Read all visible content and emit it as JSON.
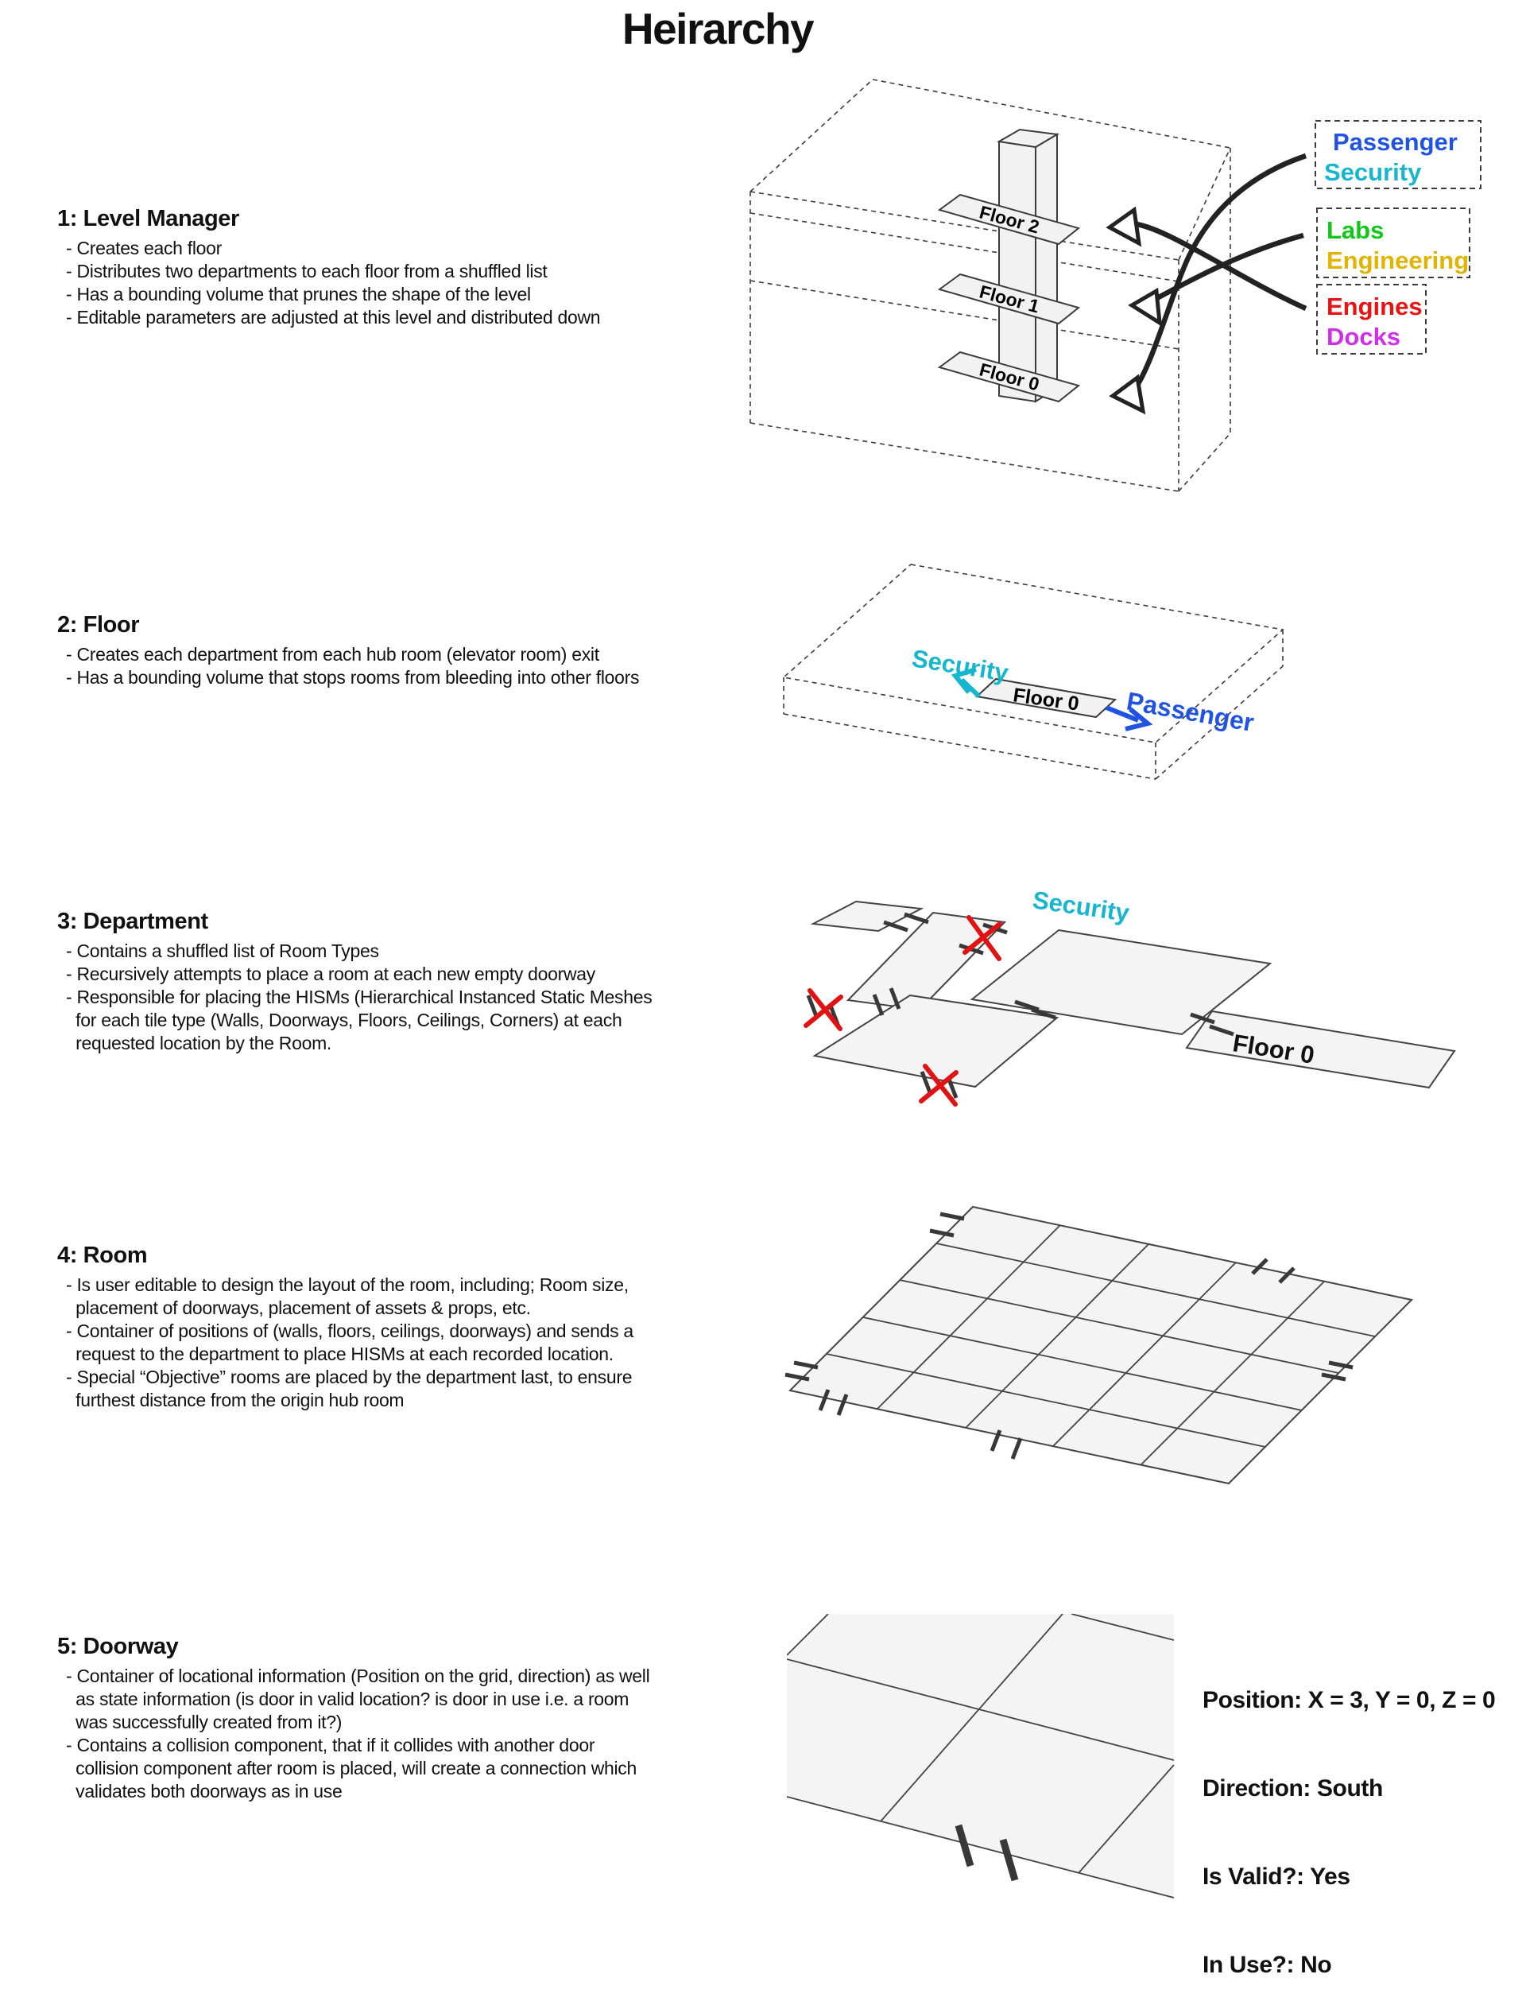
{
  "title": "Heirarchy",
  "sections": [
    {
      "heading": "1: Level Manager",
      "lines": [
        "- Creates each floor",
        "- Distributes two departments to each floor from a shuffled list",
        "- Has a bounding volume that prunes the shape of the level",
        "- Editable parameters are adjusted at this level and distributed down"
      ]
    },
    {
      "heading": "2: Floor",
      "lines": [
        "- Creates each department from each hub room (elevator room) exit",
        "- Has a bounding volume that stops rooms from bleeding into other floors"
      ]
    },
    {
      "heading": "3: Department",
      "lines": [
        "- Contains a shuffled list of Room Types",
        "- Recursively attempts to place a room at each new empty doorway",
        "- Responsible for placing the HISMs (Hierarchical Instanced Static Meshes",
        "  for each tile type (Walls, Doorways, Floors, Ceilings, Corners) at each",
        "  requested location by the Room."
      ]
    },
    {
      "heading": "4: Room",
      "lines": [
        "- Is user editable to design the layout of the room, including; Room size,",
        "  placement of doorways, placement of assets & props, etc.",
        "- Container of positions of (walls, floors, ceilings, doorways) and sends a",
        "  request to the department to place HISMs at each recorded location.",
        "- Special “Objective” rooms are placed by the department last, to ensure",
        "  furthest distance from the origin hub room"
      ]
    },
    {
      "heading": "5: Doorway",
      "lines": [
        "- Container of locational information (Position on the grid, direction) as well",
        "  as state information (is door in valid location? is door in use i.e. a room",
        "  was successfully created from it?)",
        "- Contains a collision component, that if it collides with another door",
        "  collision component after room is placed, will create a connection which",
        "  validates both doorways as in use"
      ]
    }
  ],
  "legend": {
    "boxes": [
      {
        "labels": [
          "Passenger",
          "Security"
        ],
        "colors": [
          "#2053e3",
          "#17b6cf"
        ]
      },
      {
        "labels": [
          "Labs",
          "Engineering"
        ],
        "colors": [
          "#10c819",
          "#e2b400"
        ]
      },
      {
        "labels": [
          "Engines",
          "Docks"
        ],
        "colors": [
          "#ea1313",
          "#cf2fe8"
        ]
      }
    ]
  },
  "diagram1": {
    "floors": [
      "Floor 2",
      "Floor 1",
      "Floor 0"
    ]
  },
  "diagram2": {
    "floor": "Floor 0",
    "left_dept": "Security",
    "right_dept": "Passenger"
  },
  "diagram3": {
    "dept": "Security",
    "floor": "Floor 0"
  },
  "doorway_info": {
    "position": "Position: X = 3, Y = 0, Z = 0",
    "direction": "Direction: South",
    "valid": "Is Valid?: Yes",
    "in_use": "In Use?: No"
  },
  "colors": {
    "invalid_marker": "#e11212",
    "security": "#17b6cf",
    "passenger": "#2053e3"
  }
}
